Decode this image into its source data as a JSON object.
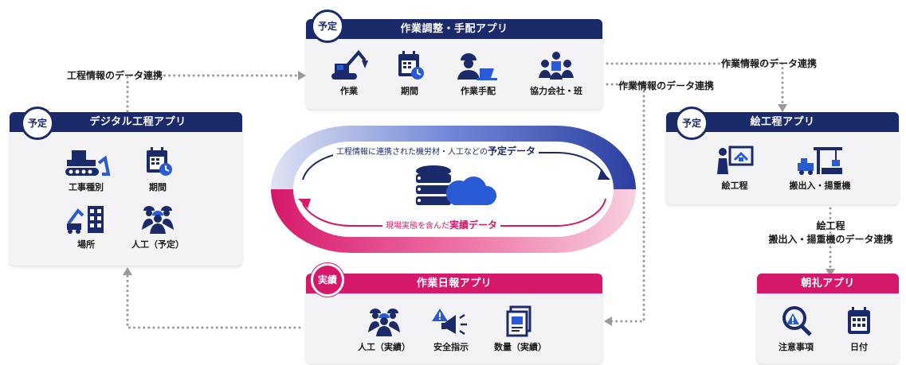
{
  "colors": {
    "navy": "#1b2a6b",
    "blue": "#2a5bd6",
    "pink": "#d6186b",
    "card_bg": "#f3f3f5",
    "dot": "#9a9a9a"
  },
  "cards": {
    "schedule": {
      "badge": "予定",
      "title": "作業調整・手配アプリ",
      "items": [
        {
          "label": "作業",
          "icon": "excavator-icon"
        },
        {
          "label": "期間",
          "icon": "calendar-icon"
        },
        {
          "label": "作業手配",
          "icon": "worker-laptop-icon"
        },
        {
          "label": "協力会社・班",
          "icon": "team-icon"
        }
      ]
    },
    "digital": {
      "badge": "予定",
      "title": "デジタル工程アプリ",
      "items": [
        {
          "label": "工事種別",
          "icon": "bulldozer-icon"
        },
        {
          "label": "期間",
          "icon": "calendar-icon"
        },
        {
          "label": "場所",
          "icon": "site-icon"
        },
        {
          "label": "人工（予定）",
          "icon": "workers-icon"
        }
      ]
    },
    "picture": {
      "badge": "予定",
      "title": "絵工程アプリ",
      "items": [
        {
          "label": "絵工程",
          "icon": "presenter-icon"
        },
        {
          "label": "搬出入・揚重機",
          "icon": "crane-icon"
        }
      ]
    },
    "daily": {
      "badge": "実績",
      "title": "作業日報アプリ",
      "items": [
        {
          "label": "人工（実績）",
          "icon": "workers-icon"
        },
        {
          "label": "安全指示",
          "icon": "megaphone-icon"
        },
        {
          "label": "数量（実績）",
          "icon": "document-icon"
        }
      ]
    },
    "morning": {
      "title": "朝礼アプリ",
      "items": [
        {
          "label": "注意事項",
          "icon": "caution-search-icon"
        },
        {
          "label": "日付",
          "icon": "calendar-icon"
        }
      ]
    }
  },
  "flows": {
    "process_link": "工程情報のデータ連携",
    "work_link_right": "作業情報のデータ連携",
    "work_link_down": "作業情報のデータ連携",
    "picture_line1": "絵工程",
    "picture_line2": "搬出入・揚重機のデータ連携"
  },
  "cycle": {
    "top_prefix": "工程情報に連携された機労材・人工などの",
    "top_emph": "予定データ",
    "bottom_prefix": "現場実態を含んだ",
    "bottom_emph": "実績データ",
    "center_icon": "database-cloud-icon"
  }
}
